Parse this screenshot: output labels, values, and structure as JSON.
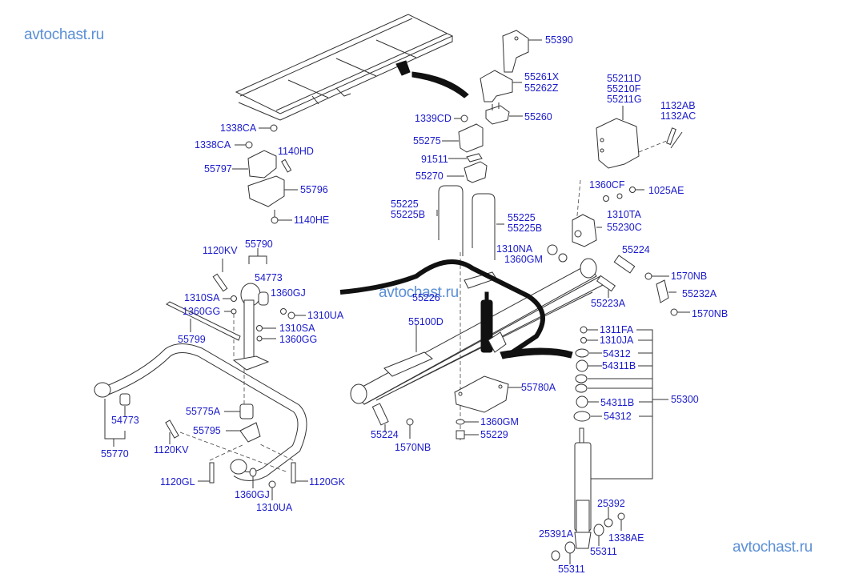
{
  "diagram": {
    "title": "Rear suspension parts diagram",
    "watermarks": [
      "avtochast.ru",
      "avtochast.ru",
      "avtochast.ru"
    ],
    "colors": {
      "label": "#1a1acc",
      "watermark": "#5b8fd6",
      "line": "#333333"
    },
    "labels": [
      {
        "id": "l1",
        "text": "55390"
      },
      {
        "id": "l2",
        "text": "55261X"
      },
      {
        "id": "l3",
        "text": "55262Z"
      },
      {
        "id": "l4",
        "text": "55260"
      },
      {
        "id": "l5",
        "text": "1339CD"
      },
      {
        "id": "l6",
        "text": "55275"
      },
      {
        "id": "l7",
        "text": "91511"
      },
      {
        "id": "l8",
        "text": "55270"
      },
      {
        "id": "l9",
        "text": "55211D"
      },
      {
        "id": "l10",
        "text": "55210F"
      },
      {
        "id": "l11",
        "text": "55211G"
      },
      {
        "id": "l12",
        "text": "1132AB"
      },
      {
        "id": "l13",
        "text": "1132AC"
      },
      {
        "id": "l14",
        "text": "1360CF"
      },
      {
        "id": "l15",
        "text": "1025AE"
      },
      {
        "id": "l16",
        "text": "1310TA"
      },
      {
        "id": "l17",
        "text": "55230C"
      },
      {
        "id": "l18",
        "text": "1338CA"
      },
      {
        "id": "l19",
        "text": "1338CA"
      },
      {
        "id": "l20",
        "text": "1140HD"
      },
      {
        "id": "l21",
        "text": "55797"
      },
      {
        "id": "l22",
        "text": "55796"
      },
      {
        "id": "l23",
        "text": "1140HE"
      },
      {
        "id": "l24",
        "text": "55225"
      },
      {
        "id": "l25",
        "text": "55225B"
      },
      {
        "id": "l26",
        "text": "55225"
      },
      {
        "id": "l27",
        "text": "55225B"
      },
      {
        "id": "l28",
        "text": "1310NA"
      },
      {
        "id": "l29",
        "text": "1360GM"
      },
      {
        "id": "l30",
        "text": "55224"
      },
      {
        "id": "l31",
        "text": "1570NB"
      },
      {
        "id": "l32",
        "text": "55232A"
      },
      {
        "id": "l33",
        "text": "55223A"
      },
      {
        "id": "l34",
        "text": "1570NB"
      },
      {
        "id": "l35",
        "text": "55226"
      },
      {
        "id": "l36",
        "text": "55100D"
      },
      {
        "id": "l37",
        "text": "1120KV"
      },
      {
        "id": "l38",
        "text": "55790"
      },
      {
        "id": "l39",
        "text": "54773"
      },
      {
        "id": "l40",
        "text": "1360GJ"
      },
      {
        "id": "l41",
        "text": "1310SA"
      },
      {
        "id": "l42",
        "text": "1360GG"
      },
      {
        "id": "l43",
        "text": "1310UA"
      },
      {
        "id": "l44",
        "text": "1310SA"
      },
      {
        "id": "l45",
        "text": "1360GG"
      },
      {
        "id": "l46",
        "text": "55799"
      },
      {
        "id": "l47",
        "text": "1311FA"
      },
      {
        "id": "l48",
        "text": "1310JA"
      },
      {
        "id": "l49",
        "text": "54312"
      },
      {
        "id": "l50",
        "text": "54311B"
      },
      {
        "id": "l51",
        "text": "55300"
      },
      {
        "id": "l52",
        "text": "54311B"
      },
      {
        "id": "l53",
        "text": "54312"
      },
      {
        "id": "l54",
        "text": "55780A"
      },
      {
        "id": "l55",
        "text": "1360GM"
      },
      {
        "id": "l56",
        "text": "55229"
      },
      {
        "id": "l57",
        "text": "55224"
      },
      {
        "id": "l58",
        "text": "1570NB"
      },
      {
        "id": "l59",
        "text": "54773"
      },
      {
        "id": "l60",
        "text": "55770"
      },
      {
        "id": "l61",
        "text": "55775A"
      },
      {
        "id": "l62",
        "text": "55795"
      },
      {
        "id": "l63",
        "text": "1120KV"
      },
      {
        "id": "l64",
        "text": "1120GL"
      },
      {
        "id": "l65",
        "text": "1360GJ"
      },
      {
        "id": "l66",
        "text": "1310UA"
      },
      {
        "id": "l67",
        "text": "1120GK"
      },
      {
        "id": "l68",
        "text": "25392"
      },
      {
        "id": "l69",
        "text": "25391A"
      },
      {
        "id": "l70",
        "text": "1338AE"
      },
      {
        "id": "l71",
        "text": "55311"
      },
      {
        "id": "l72",
        "text": "55311"
      }
    ]
  }
}
